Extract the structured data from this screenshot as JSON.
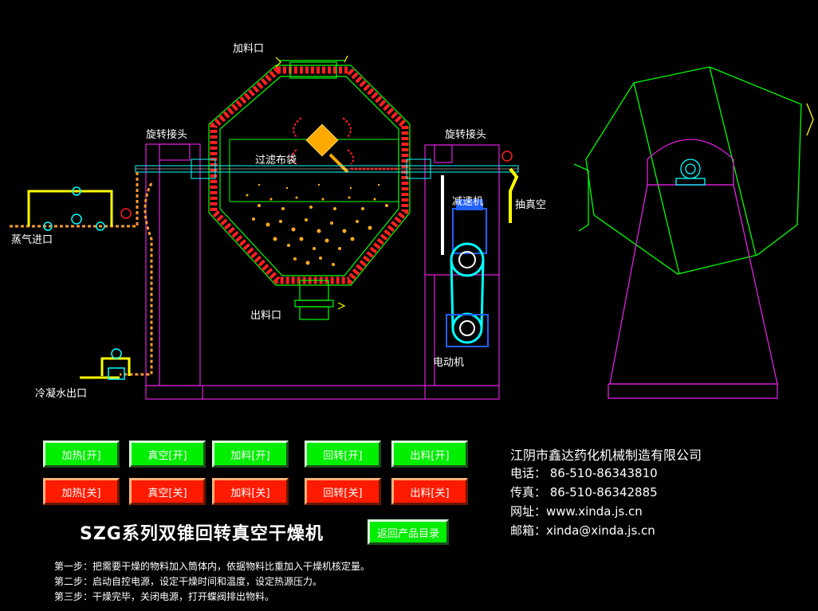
{
  "diagram_labels": {
    "feed_port": "加料口",
    "rotary_joint_left": "旋转接头",
    "rotary_joint_right": "旋转接头",
    "filter_bag": "过滤布袋",
    "reducer": "减速机",
    "vacuum": "抽真空",
    "steam_inlet": "蒸气进口",
    "discharge_port": "出料口",
    "motor": "电动机",
    "condensate_outlet": "冷凝水出口"
  },
  "controls": {
    "on_row": [
      "加热[开]",
      "真空[开]",
      "加料[开]",
      "回转[开]",
      "出料[开]"
    ],
    "off_row": [
      "加热[关]",
      "真空[关]",
      "加料[关]",
      "回转[关]",
      "出料[关]"
    ]
  },
  "product_title": "SZG系列双锥回转真空干燥机",
  "back_button_label": "返回产品目录",
  "company": {
    "name": "江阴市鑫达药化机械制造有限公司",
    "phone": "电话： 86-510-86343810",
    "fax": "传真： 86-510-86342885",
    "website": "网址：www.xinda.js.cn",
    "email": "邮箱：xinda@xinda.js.cn"
  },
  "steps": [
    "第一步：把需要干燥的物料加入筒体内，依据物料比重加入干燥机核定量。",
    "第二步：启动自控电源，设定干燥时间和温度，设定热源压力。",
    "第三步：干燥完毕，关闭电源，打开蝶阀排出物料。"
  ],
  "colors": {
    "background": "#000000",
    "button_on": "#00ee00",
    "button_off": "#ff1a00",
    "frame_magenta": "#e020e0",
    "vessel_green": "#00ff00",
    "heating_red": "#ff2020",
    "pipe_yellow": "#ffff00",
    "shaft_cyan": "#00ffff",
    "motor_blue": "#2060ff"
  }
}
